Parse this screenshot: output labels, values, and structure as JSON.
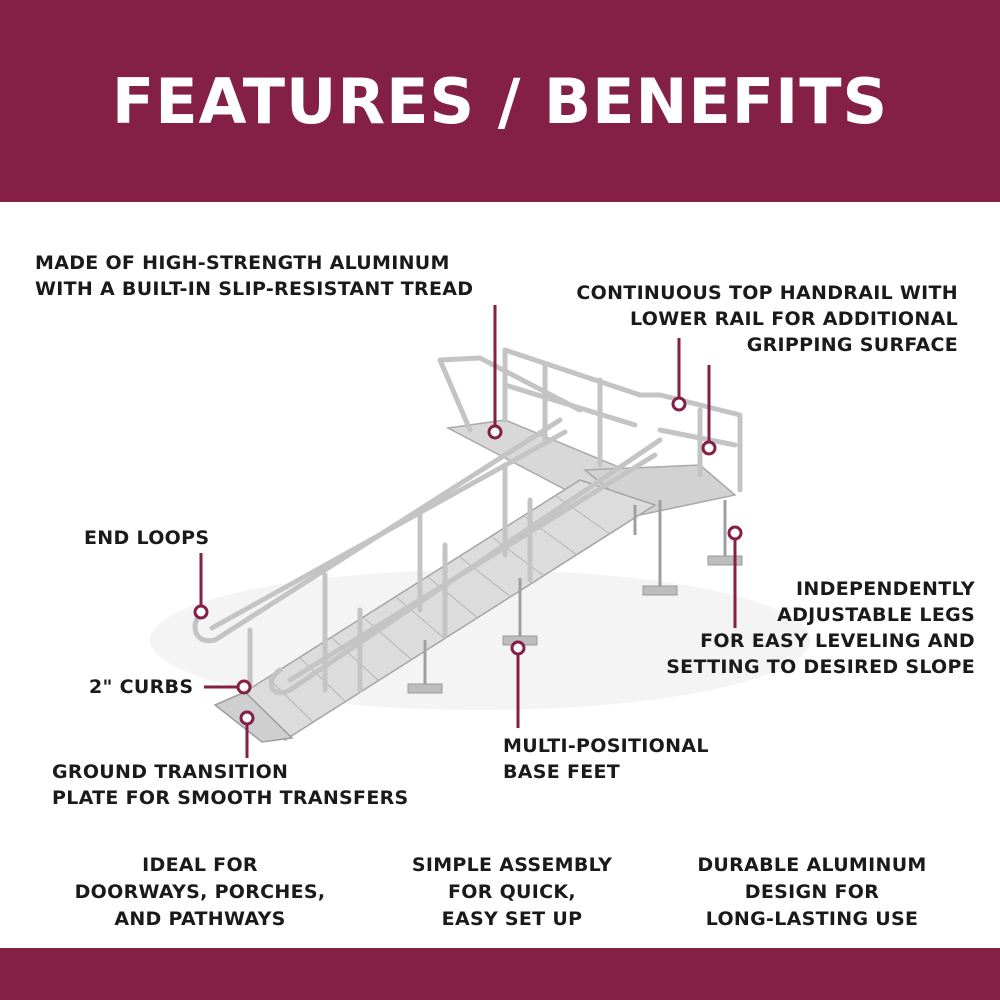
{
  "header": {
    "title": "FEATURES / BENEFITS"
  },
  "colors": {
    "brand": "#841f45",
    "rail": "#c9c9c9",
    "deck": "#d6d6d6"
  },
  "callouts": {
    "aluminum": [
      "MADE OF HIGH-STRENGTH ALUMINUM",
      "WITH A BUILT-IN SLIP-RESISTANT TREAD"
    ],
    "handrail": [
      "CONTINUOUS TOP HANDRAIL WITH",
      "LOWER RAIL FOR ADDITIONAL",
      "GRIPPING SURFACE"
    ],
    "end_loops": [
      "END LOOPS"
    ],
    "legs": [
      "INDEPENDENTLY",
      "ADJUSTABLE LEGS",
      "FOR EASY LEVELING AND",
      "SETTING TO DESIRED SLOPE"
    ],
    "curbs": [
      "2\" CURBS"
    ],
    "base_feet": [
      "MULTI-POSITIONAL",
      "BASE FEET"
    ],
    "transition": [
      "GROUND TRANSITION",
      "PLATE FOR SMOOTH TRANSFERS"
    ]
  },
  "benefits": [
    [
      "IDEAL FOR",
      "DOORWAYS, PORCHES,",
      "AND PATHWAYS"
    ],
    [
      "SIMPLE ASSEMBLY",
      "FOR QUICK,",
      "EASY SET UP"
    ],
    [
      "DURABLE ALUMINUM",
      "DESIGN FOR",
      "LONG-LASTING USE"
    ]
  ]
}
